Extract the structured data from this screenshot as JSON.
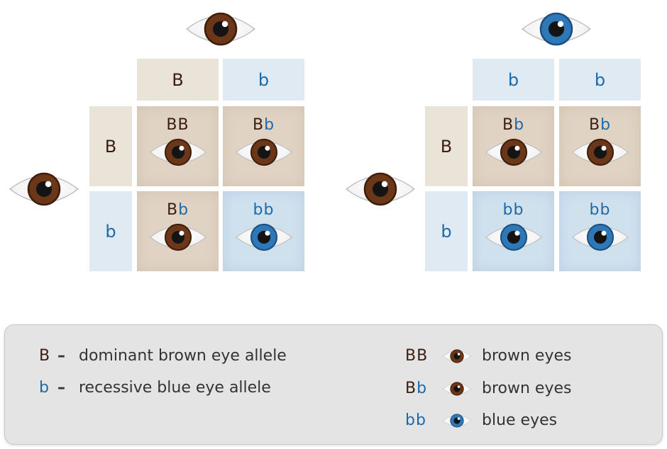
{
  "colors": {
    "brown_allele": "#3b1e12",
    "blue_allele": "#1e6aa8",
    "brown_iris": "#6b3718",
    "blue_iris": "#2f78b8",
    "legend_bg": "#e4e4e4"
  },
  "left_square": {
    "parent_top_eye": "brown",
    "parent_side_eye": "brown",
    "top_alleles": [
      "B",
      "b"
    ],
    "side_alleles": [
      "B",
      "b"
    ],
    "cells": [
      {
        "g1": "B",
        "g2": "B",
        "eye": "brown"
      },
      {
        "g1": "B",
        "g2": "b",
        "eye": "brown"
      },
      {
        "g1": "B",
        "g2": "b",
        "eye": "brown"
      },
      {
        "g1": "b",
        "g2": "b",
        "eye": "blue"
      }
    ]
  },
  "right_square": {
    "parent_top_eye": "blue",
    "parent_side_eye": "brown",
    "top_alleles": [
      "b",
      "b"
    ],
    "side_alleles": [
      "B",
      "b"
    ],
    "cells": [
      {
        "g1": "B",
        "g2": "b",
        "eye": "brown"
      },
      {
        "g1": "B",
        "g2": "b",
        "eye": "brown"
      },
      {
        "g1": "b",
        "g2": "b",
        "eye": "blue"
      },
      {
        "g1": "b",
        "g2": "b",
        "eye": "blue"
      }
    ]
  },
  "legend": {
    "allele_definitions": [
      {
        "symbol": "B",
        "dash": "–",
        "text": "dominant brown eye allele"
      },
      {
        "symbol": "b",
        "dash": "–",
        "text": "recessive blue eye allele"
      }
    ],
    "phenotypes": [
      {
        "g1": "B",
        "g2": "B",
        "eye": "brown",
        "text": "brown eyes"
      },
      {
        "g1": "B",
        "g2": "b",
        "eye": "brown",
        "text": "brown eyes"
      },
      {
        "g1": "b",
        "g2": "b",
        "eye": "blue",
        "text": "blue eyes"
      }
    ]
  }
}
